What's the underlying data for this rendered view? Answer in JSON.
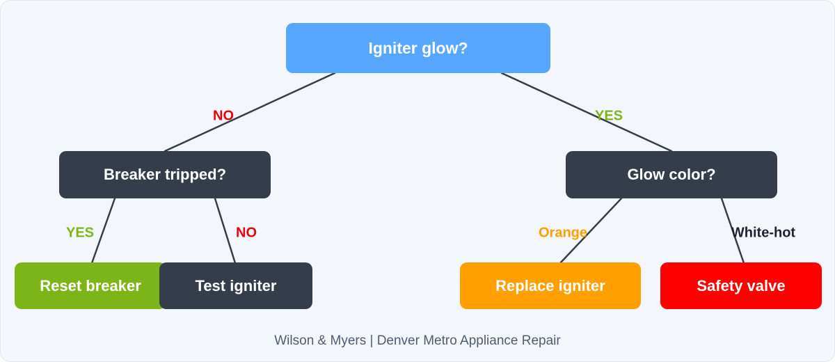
{
  "colors": {
    "root": "#57a6ff",
    "decision": "#363d4a",
    "success": "#7cb518",
    "warning": "#ff9f00",
    "danger": "#ff0000",
    "connector": "#363d4a",
    "label_no": "#e8000b",
    "label_yes": "#7cb518",
    "label_orange": "#ff9f00",
    "label_white": "#1d2330"
  },
  "nodes": {
    "root": "Igniter glow?",
    "breaker": "Breaker tripped?",
    "glow_color": "Glow color?",
    "reset_breaker": "Reset breaker",
    "test_igniter": "Test igniter",
    "replace_igniter": "Replace igniter",
    "safety_valve": "Safety valve"
  },
  "edges": {
    "root_no": "NO",
    "root_yes": "YES",
    "breaker_yes": "YES",
    "breaker_no": "NO",
    "glow_orange": "Orange",
    "glow_white": "White-hot"
  },
  "footer": "Wilson & Myers | Denver Metro Appliance Repair"
}
